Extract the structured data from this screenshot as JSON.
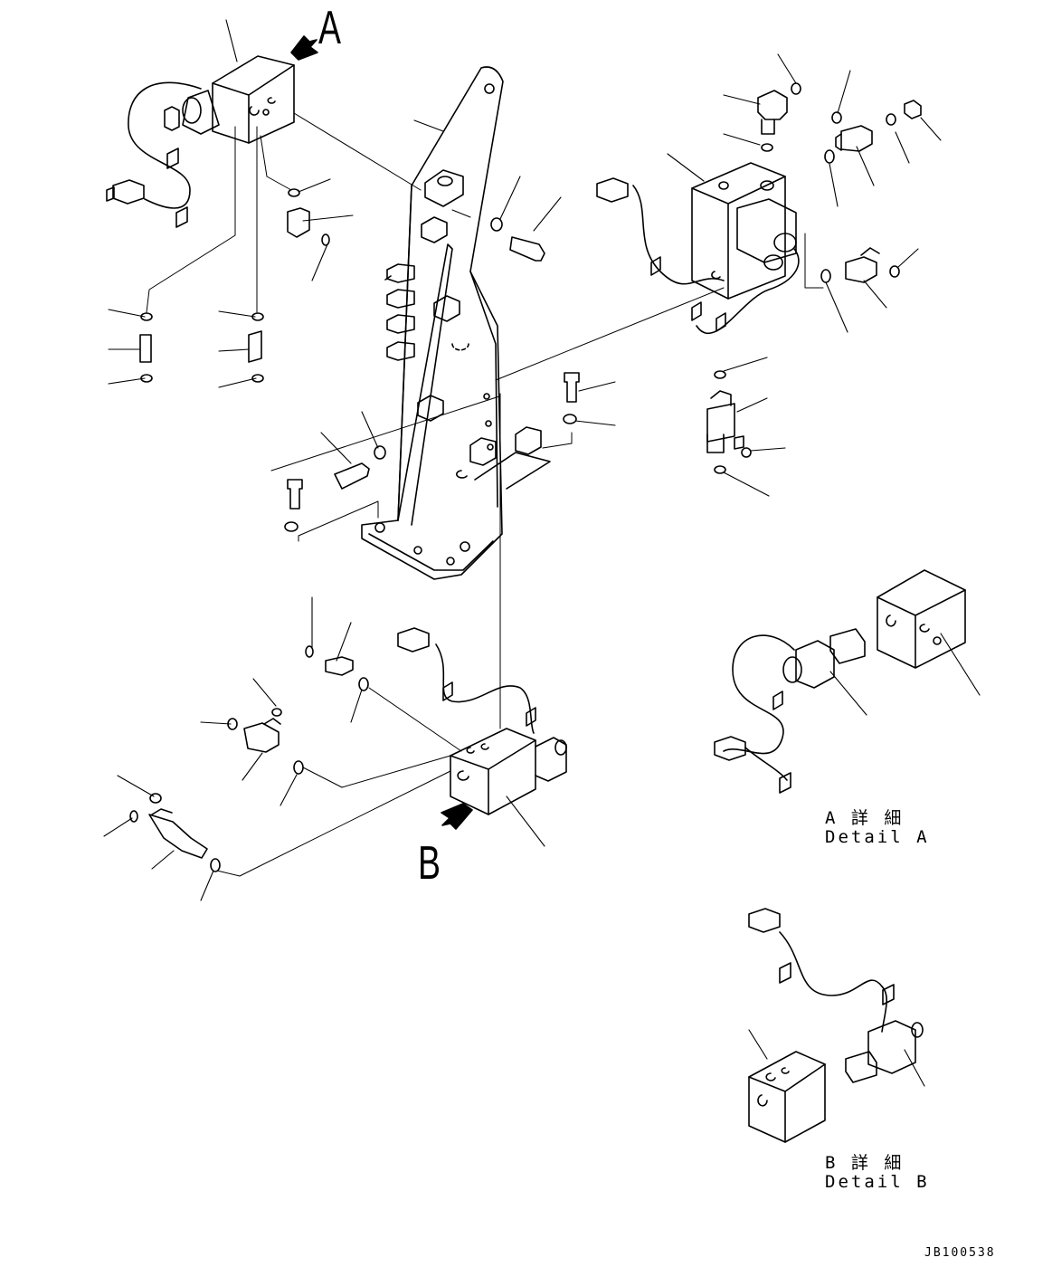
{
  "callouts": {
    "view_a": "A",
    "view_b": "B"
  },
  "details": {
    "a": {
      "jp": "A 詳 細",
      "en": "Detail A"
    },
    "b": {
      "jp": "B 詳 細",
      "en": "Detail B"
    }
  },
  "drawing_code": "JB100538",
  "colors": {
    "ink": "#000000",
    "paper": "#ffffff"
  }
}
